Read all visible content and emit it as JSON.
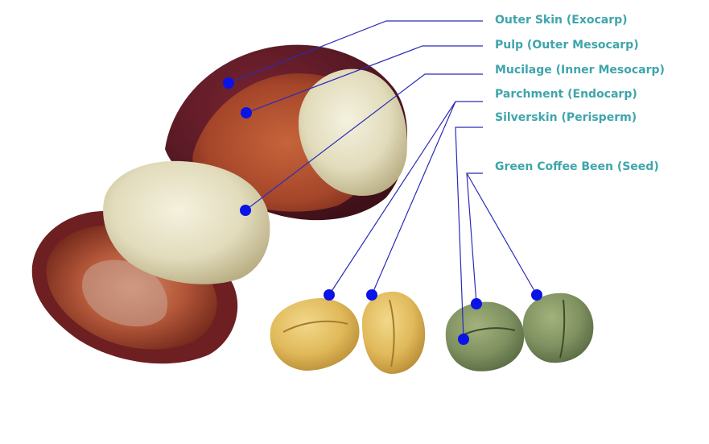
{
  "colors": {
    "label_text": "#3fa5ab",
    "leader_line": "#2b2bb8",
    "marker_dot": "#0a14e6"
  },
  "labels": {
    "outer_skin": "Outer Skin (Exocarp)",
    "pulp": "Pulp (Outer Mesocarp)",
    "mucilage": "Mucilage (Inner Mesocarp)",
    "parchment": "Parchment (Endocarp)",
    "silverskin": "Silverskin (Perisperm)",
    "green_bean": "Green Coffee Been (Seed)"
  }
}
